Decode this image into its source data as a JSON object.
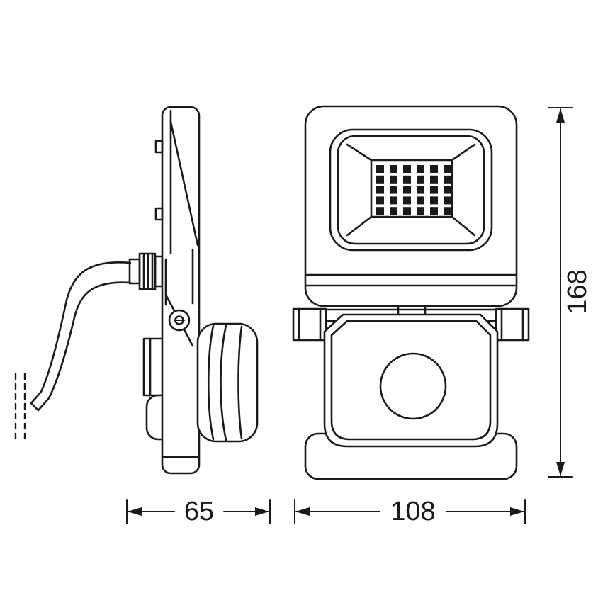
{
  "drawing": {
    "kind": "technical-drawing",
    "subject": "LED floodlight with PIR motion sensor, side and front orthographic views",
    "dimensions": {
      "height": "168",
      "depth": "65",
      "width": "108"
    },
    "led_grid": {
      "columns": 6,
      "rows": 5
    },
    "colors": {
      "line": "#1a1a1a",
      "background": "#ffffff"
    }
  }
}
